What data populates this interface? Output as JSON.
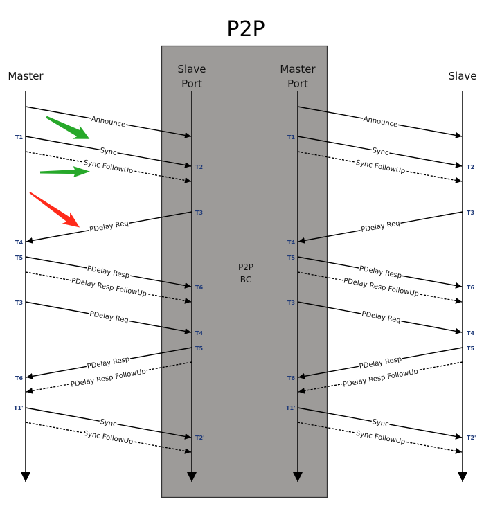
{
  "title": "P2P",
  "participants": {
    "left_master": "Master",
    "slave_port_line1": "Slave",
    "slave_port_line2": "Port",
    "master_port_line1": "Master",
    "master_port_line2": "Port",
    "right_slave": "Slave"
  },
  "box_label_line1": "P2P",
  "box_label_line2": "BC",
  "colors": {
    "box_fill": "#9d9b99",
    "box_stroke": "#333333",
    "timestamp": "#1f3a78",
    "green_arrow": "#27a82a",
    "red_arrow": "#ff2a1a"
  },
  "messages": [
    {
      "label": "Announce",
      "style": "solid",
      "from": "master",
      "to": "slave"
    },
    {
      "label": "Sync",
      "style": "solid",
      "from": "master",
      "to": "slave",
      "t_from": "T1",
      "t_to": "T2"
    },
    {
      "label": "Sync FollowUp",
      "style": "dashed",
      "from": "master",
      "to": "slave"
    },
    {
      "label": "PDelay Req",
      "style": "solid",
      "from": "slave",
      "to": "master",
      "t_from": "T3",
      "t_to": "T4"
    },
    {
      "label": "PDelay Resp",
      "style": "solid",
      "from": "master",
      "to": "slave",
      "t_from": "T5",
      "t_to": "T6"
    },
    {
      "label": "PDelay Resp FollowUp",
      "style": "dashed",
      "from": "master",
      "to": "slave"
    },
    {
      "label": "PDelay Req",
      "style": "solid",
      "from": "master",
      "to": "slave",
      "t_from": "T3",
      "t_to": "T4"
    },
    {
      "label": "PDelay Resp",
      "style": "solid",
      "from": "slave",
      "to": "master",
      "t_from": "T5",
      "t_to": "T6"
    },
    {
      "label": "PDelay Resp FollowUp",
      "style": "dashed",
      "from": "slave",
      "to": "master"
    },
    {
      "label": "Sync",
      "style": "solid",
      "from": "master",
      "to": "slave",
      "t_from": "T1'",
      "t_to": "T2'"
    },
    {
      "label": "Sync FollowUp",
      "style": "dashed",
      "from": "master",
      "to": "slave"
    }
  ],
  "timestamps": {
    "T1": "T1",
    "T2": "T2",
    "T3": "T3",
    "T4": "T4",
    "T5": "T5",
    "T6": "T6",
    "T1p": "T1'",
    "T2p": "T2'"
  },
  "annotations": [
    {
      "type": "arrow",
      "color": "green",
      "direction": "down-right"
    },
    {
      "type": "arrow",
      "color": "green",
      "direction": "right"
    },
    {
      "type": "arrow",
      "color": "red",
      "direction": "down-right"
    }
  ]
}
